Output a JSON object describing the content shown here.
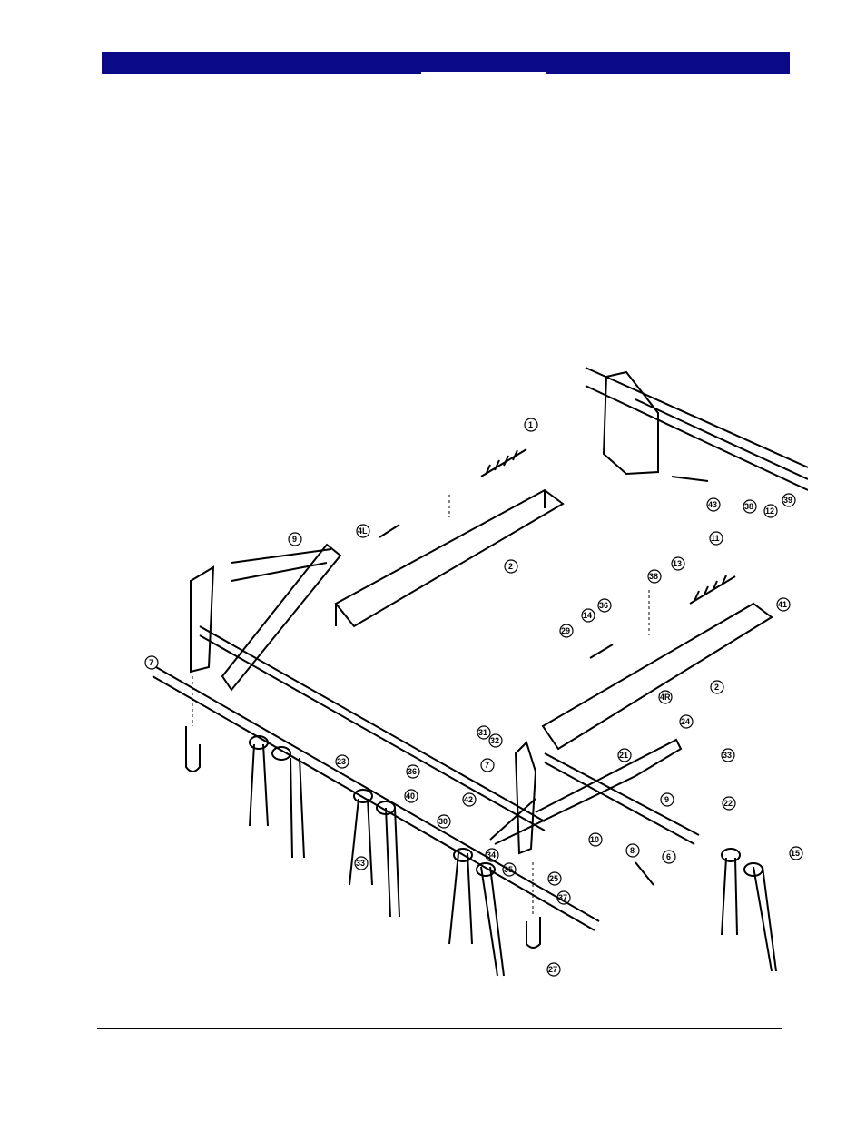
{
  "header": {
    "nav_icon": "right-triangle-arrow",
    "bar_color": "#0a0a88"
  },
  "diagram": {
    "callouts": [
      "1",
      "2",
      "2",
      "4L",
      "4R",
      "6",
      "7",
      "7",
      "8",
      "9",
      "9",
      "10",
      "11",
      "12",
      "13",
      "14",
      "15",
      "21",
      "22",
      "23",
      "24",
      "25",
      "27",
      "29",
      "30",
      "31",
      "32",
      "33",
      "33",
      "34",
      "35",
      "36",
      "36",
      "37",
      "38",
      "38",
      "39",
      "40",
      "41",
      "42",
      "43"
    ]
  }
}
